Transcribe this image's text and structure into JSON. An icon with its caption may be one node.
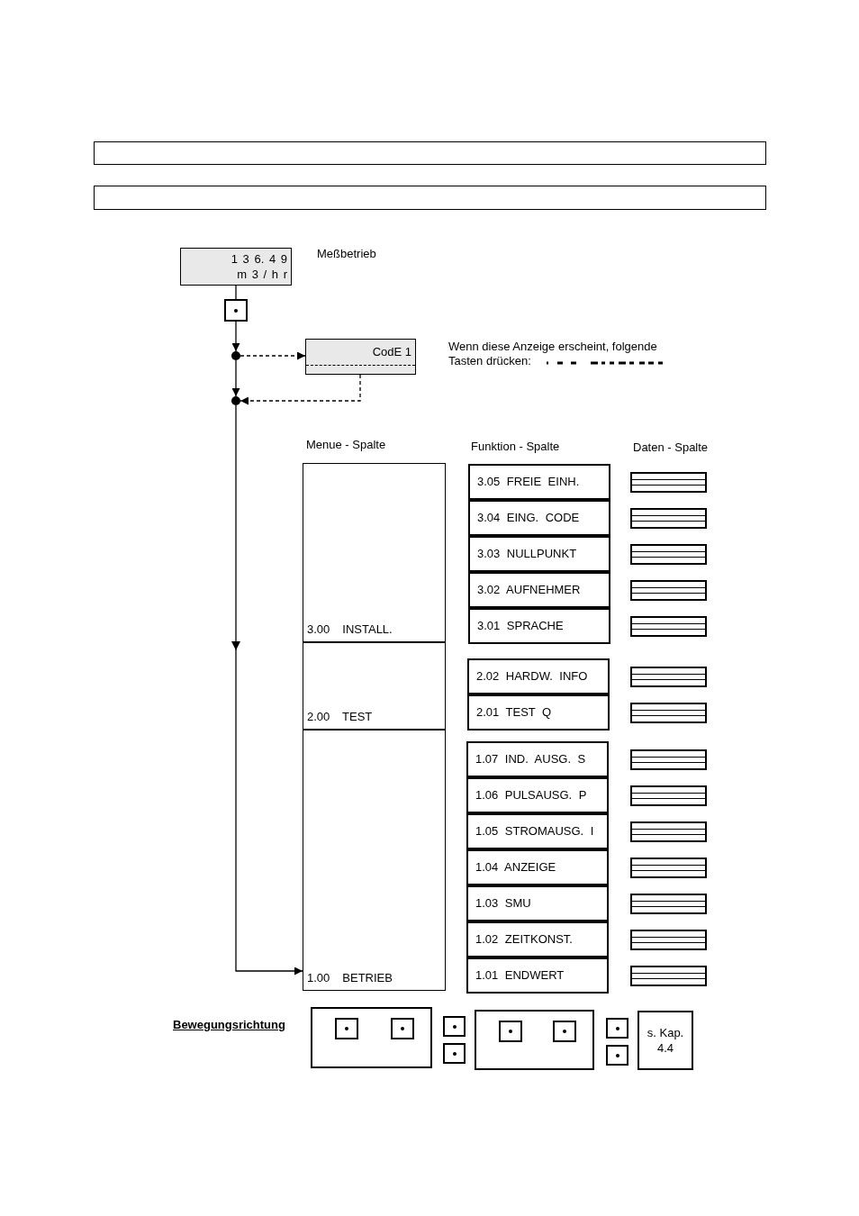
{
  "diagram": {
    "nodes": [
      {
        "text": [],
        "shape": "bar"
      },
      {
        "text": [],
        "shape": "bar"
      },
      {
        "text": [
          "1 3 6. 4 9",
          "m 3 / h r"
        ],
        "beside": [
          "Meßbetrieb"
        ]
      },
      {
        "text": [],
        "shape": "box"
      },
      {
        "text": [],
        "shape": "circle"
      },
      {
        "text": [
          "CodE 1"
        ],
        "beside": [
          "Wenn diese Anzeige erscheint, folgende Tasten drücken:"
        ]
      },
      {
        "text": [],
        "shape": "circle"
      },
      {
        "text": [
          "3.00 INSTALL."
        ]
      },
      {
        "text": [
          "2.00 TEST"
        ]
      },
      {
        "text": [
          "1.00 BETRIEB"
        ]
      },
      {
        "text": [
          "3.05 FREIE EINH."
        ]
      },
      {
        "text": [
          "3.04 EING. CODE"
        ]
      },
      {
        "text": [
          "3.03 NULLPUNKT"
        ]
      },
      {
        "text": [
          "3.02 AUFNEHMER"
        ]
      },
      {
        "text": [
          "3.01 SPRACHE"
        ]
      },
      {
        "text": [
          "2.02 HARDW. INFO"
        ]
      },
      {
        "text": [
          "2.01 TEST Q"
        ]
      },
      {
        "text": [
          "1.07 IND. AUSG. S"
        ]
      },
      {
        "text": [
          "1.06 PULSAUSG. P"
        ]
      },
      {
        "text": [
          "1.05 STROMAUSG. I"
        ]
      },
      {
        "text": [
          "1.04 ANZEIGE"
        ]
      },
      {
        "text": [
          "1.03 SMU"
        ]
      },
      {
        "text": [
          "1.02 ZEITKONST."
        ]
      },
      {
        "text": [
          "1.01 ENDWERT"
        ]
      },
      {
        "text": [],
        "shape": "box"
      },
      {
        "text": [],
        "shape": "box"
      },
      {
        "text": [],
        "shape": "box"
      },
      {
        "text": [],
        "shape": "box"
      },
      {
        "text": [],
        "shape": "box"
      },
      {
        "text": [],
        "shape": "box"
      },
      {
        "text": [],
        "shape": "box"
      },
      {
        "text": [],
        "shape": "box"
      },
      {
        "text": [],
        "shape": "box"
      },
      {
        "text": [],
        "shape": "box"
      },
      {
        "text": [],
        "shape": "box"
      },
      {
        "text": [],
        "shape": "box"
      },
      {
        "text": [],
        "shape": "box"
      },
      {
        "text": [],
        "shape": "box"
      },
      {
        "text": [],
        "shape": "box"
      },
      {
        "text": [],
        "shape": "box",
        "in": 38
      },
      {
        "text": [],
        "shape": "box",
        "in": 38
      },
      {
        "text": [],
        "shape": "box"
      },
      {
        "text": [],
        "shape": "box"
      },
      {
        "text": [],
        "shape": "box"
      },
      {
        "text": [],
        "shape": "box",
        "in": 43
      },
      {
        "text": [],
        "shape": "box",
        "in": 43
      },
      {
        "text": [],
        "shape": "box"
      },
      {
        "text": [],
        "shape": "box"
      },
      {
        "text": [
          "s. Kap. 4.4"
        ]
      }
    ],
    "edges": [
      {
        "from": 2,
        "to": 3,
        "arrow": "none"
      },
      {
        "from": 3,
        "to": 4,
        "arrow": "to"
      },
      {
        "from": 4,
        "to": 5,
        "arrow": "to",
        "style": "dashed"
      },
      {
        "from": 5,
        "to": 6,
        "arrow": "to",
        "style": "dashed"
      },
      {
        "from": 4,
        "to": 6,
        "arrow": "to"
      },
      {
        "from": 6,
        "to": 9,
        "arrow": "to"
      }
    ],
    "labels": [
      "Menue - Spalte",
      "Funktion - Spalte",
      "Daten - Spalte",
      "Bewegungsrichtung"
    ]
  }
}
